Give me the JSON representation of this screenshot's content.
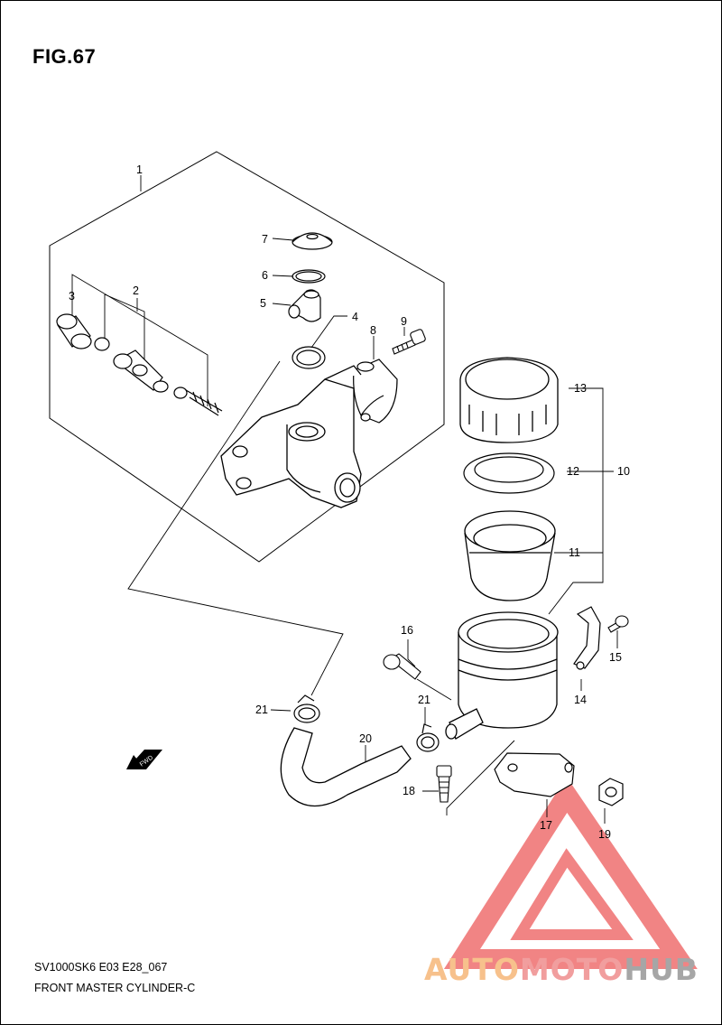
{
  "figure": {
    "title": "FIG.67"
  },
  "footer": {
    "model_code": "SV1000SK6 E03 E28_067",
    "part_name": "FRONT MASTER CYLINDER-C"
  },
  "callouts": {
    "c1": "1",
    "c2": "2",
    "c3": "3",
    "c4": "4",
    "c5": "5",
    "c6": "6",
    "c7": "7",
    "c8": "8",
    "c9": "9",
    "c10": "10",
    "c11": "11",
    "c12": "12",
    "c13": "13",
    "c14": "14",
    "c15": "15",
    "c16": "16",
    "c17": "17",
    "c18": "18",
    "c19": "19",
    "c20": "20",
    "c21a": "21",
    "c21b": "21"
  },
  "fwd_label": "FWD",
  "watermark": {
    "part1": "AUTO",
    "part2": "MOTO",
    "part3": "HUB",
    "colors": {
      "auto": "#f7c18c",
      "moto": "#f19e9e",
      "hub": "#a6a6a6",
      "triangle": "#ef6f6f"
    }
  }
}
